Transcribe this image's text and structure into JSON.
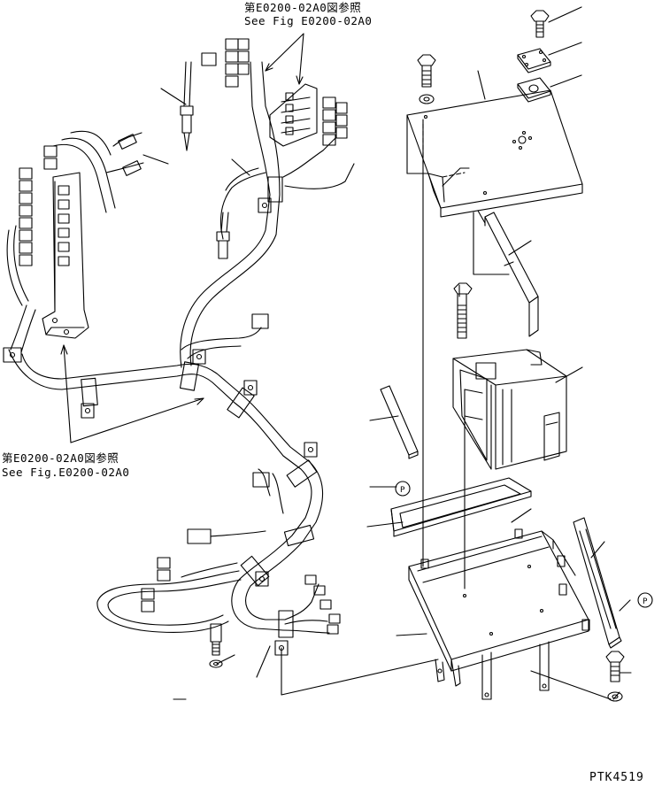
{
  "references": {
    "top": {
      "jp": "第E0200-02A0図参照",
      "en": "See Fig E0200-02A0"
    },
    "left": {
      "jp": "第E0200-02A0図参照",
      "en": "See Fig.E0200-02A0"
    }
  },
  "drawing_code": "PTK4519",
  "circle_marks": [
    "P",
    "P"
  ],
  "colors": {
    "ink": "#000000",
    "paper": "#ffffff"
  }
}
